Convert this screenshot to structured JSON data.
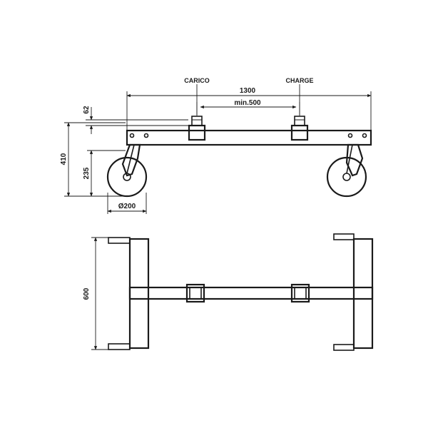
{
  "labels": {
    "carico": "CARICO",
    "charge": "CHARGE",
    "length": "1300",
    "min_spacing": "min.500",
    "dim_62": "62",
    "dim_410": "410",
    "dim_235": "235",
    "wheel_diameter": "Ø200",
    "width": "600"
  }
}
